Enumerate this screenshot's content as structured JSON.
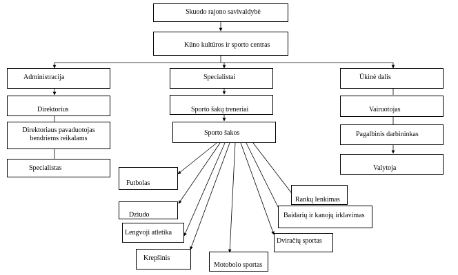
{
  "nodes": {
    "savivaldybe": "Skuodo rajono savivaldybė",
    "centras": "Kūno kultūros ir sporto centras",
    "administracija": "Administracija",
    "specialistai": "Specialistai",
    "ukine_dalis": "Ūkinė dalis",
    "direktorius": "Direktorius",
    "pavaduotojas": "Direktoriaus pavaduotojas bendriems reikalams",
    "specialistas": "Specialistas",
    "treneriai": "Sporto šakų treneriai",
    "sporto_sakos": "Sporto šakos",
    "vairuotojas": "Vairuotojas",
    "darbininkas": "Pagalbinis darbininkas",
    "valytoja": "Valytoja",
    "futbolas": "Futbolas",
    "dziudo": "Dziudo",
    "lengvoji": "Lengvoji atletika",
    "krepsinis": "Krepšinis",
    "motobolas": "Motobolo sportas",
    "dviraciai": "Dviračių sportas",
    "baidares": "Baidarių ir kanojų irklavimas",
    "ranku": "Rankų lenkimas"
  }
}
